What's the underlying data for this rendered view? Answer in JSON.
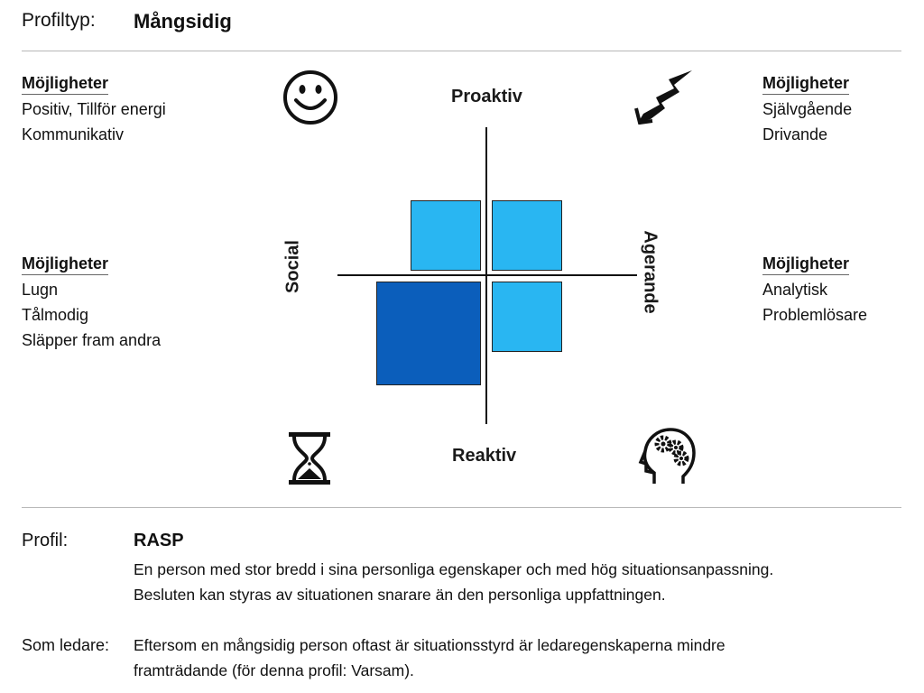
{
  "header": {
    "label": "Profiltyp:",
    "value": "Mångsidig"
  },
  "quadrants": {
    "top_left": {
      "heading": "Möjligheter",
      "lines": [
        "Positiv, Tillför energi",
        "Kommunikativ"
      ]
    },
    "top_right": {
      "heading": "Möjligheter",
      "lines": [
        "Självgående",
        "Drivande"
      ]
    },
    "bottom_left": {
      "heading": "Möjligheter",
      "lines": [
        "Lugn",
        "Tålmodig",
        "Släpper fram andra"
      ]
    },
    "bottom_right": {
      "heading": "Möjligheter",
      "lines": [
        "Analytisk",
        "Problemlösare"
      ]
    }
  },
  "axes": {
    "top": "Proaktiv",
    "bottom": "Reaktiv",
    "left": "Social",
    "right": "Agerande"
  },
  "icons": {
    "top_left": "smiley-icon",
    "top_right": "lightning-icon",
    "bottom_left": "hourglass-icon",
    "bottom_right": "head-gears-icon"
  },
  "squares": {
    "top_left": {
      "level": "medium",
      "color": "#29b6f2"
    },
    "top_right": {
      "level": "medium",
      "color": "#29b6f2"
    },
    "bottom_left": {
      "level": "high",
      "color": "#0b5ebb"
    },
    "bottom_right": {
      "level": "medium",
      "color": "#29b6f2"
    }
  },
  "profile": {
    "label": "Profil:",
    "title": "RASP",
    "lines": [
      "En person med stor bredd i sina personliga egenskaper och med hög situationsanpassning.",
      "Besluten kan styras av situationen snarare än den personliga uppfattningen."
    ]
  },
  "leader": {
    "label": "Som ledare:",
    "lines": [
      "Eftersom en mångsidig person oftast är situationsstyrd är ledaregenskaperna mindre",
      "framträdande (för denna profil: Varsam)."
    ]
  }
}
